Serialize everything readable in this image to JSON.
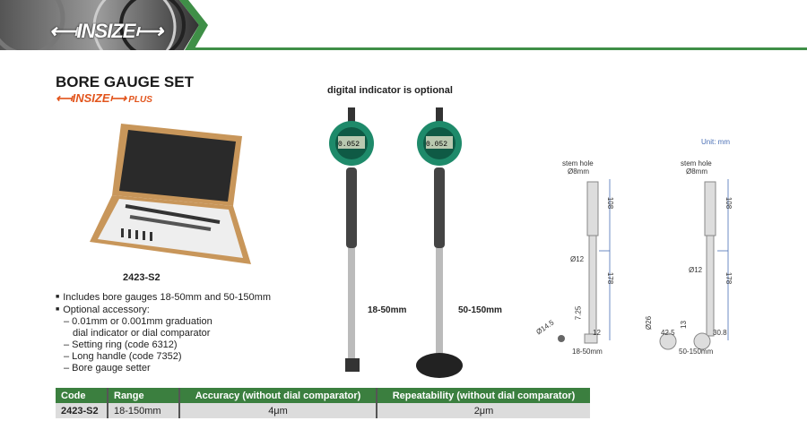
{
  "header": {
    "brand": "INSIZE"
  },
  "product": {
    "title": "BORE GAUGE SET",
    "sub_brand": "INSIZE",
    "sub_brand_suffix": "PLUS",
    "code": "2423-S2"
  },
  "features": [
    "Includes bore gauges 18-50mm and 50-150mm",
    "Optional accessory:",
    "– 0.01mm or 0.001mm graduation",
    "dial indicator or dial comparator",
    "– Setting ring (code 6312)",
    "– Long handle (code 7352)",
    "– Bore gauge setter"
  ],
  "photo": {
    "note": "digital indicator is optional",
    "label_small": "18-50mm",
    "label_large": "50-150mm",
    "display": "0.052"
  },
  "drawing": {
    "unit": "Unit: mm",
    "stem_hole": "stem hole",
    "stem_dia": "Ø8mm",
    "dim_108": "108",
    "dim_178": "178",
    "dim_phi12": "Ø12",
    "dim_725": "7.25",
    "dim_12": "12",
    "dim_phi145": "Ø14.5",
    "dim_phi26": "Ø26",
    "dim_425": "42.5",
    "dim_13": "13",
    "dim_308": "30.8",
    "caption_small": "18-50mm",
    "caption_large": "50-150mm"
  },
  "table": {
    "headers": [
      "Code",
      "Range",
      "Accuracy (without dial comparator)",
      "Repeatability (without dial comparator)"
    ],
    "rows": [
      [
        "2423-S2",
        "18-150mm",
        "4μm",
        "2μm"
      ]
    ]
  },
  "colors": {
    "green": "#3b7f3f",
    "orange": "#e2551d",
    "blue": "#4a6fb5"
  }
}
